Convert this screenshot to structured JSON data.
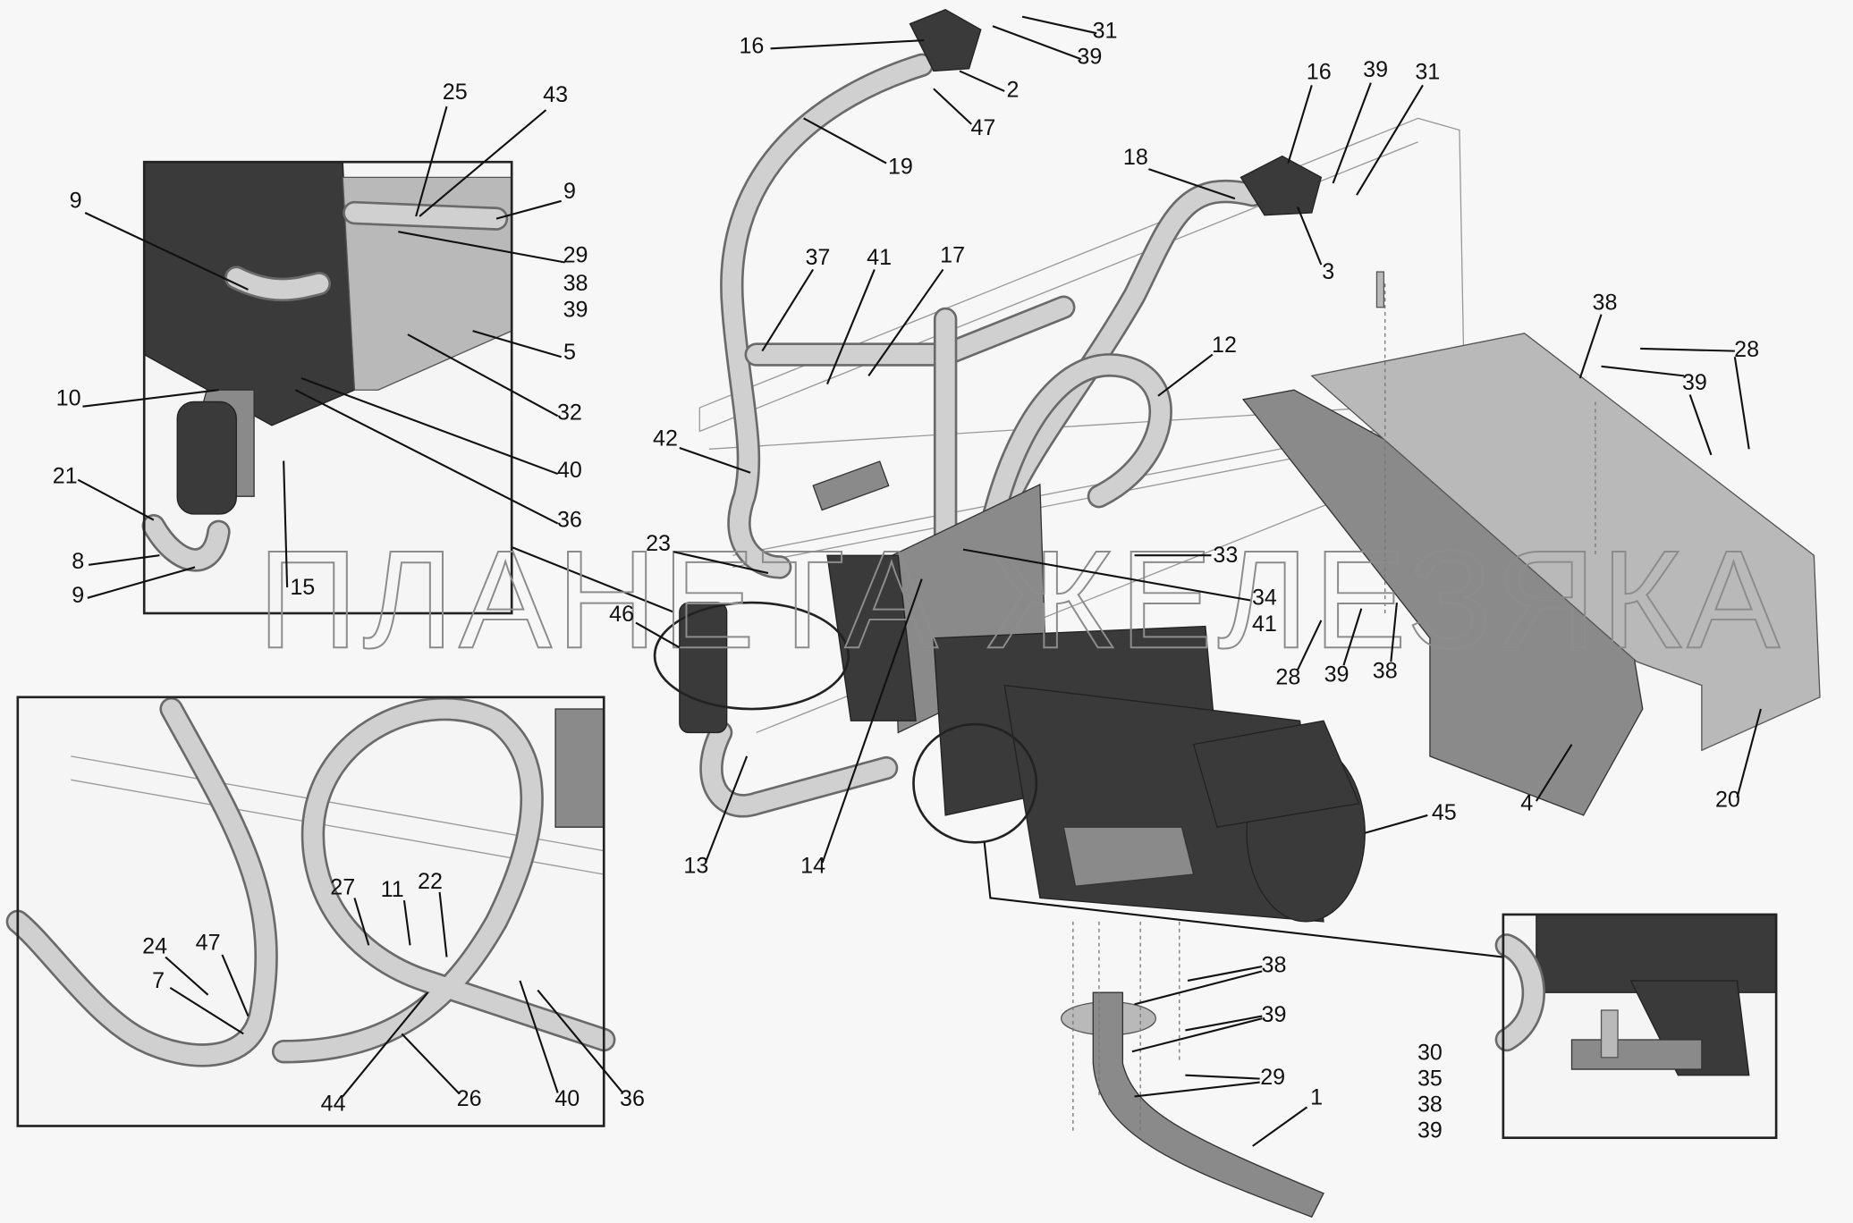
{
  "watermark": "ПЛАНЕТА ЖЕЛЕЗЯКА",
  "callouts": {
    "inset_top_left": [
      "25",
      "43",
      "9",
      "29",
      "38",
      "39",
      "9",
      "5",
      "32",
      "40",
      "36",
      "10",
      "21",
      "8",
      "9",
      "15"
    ],
    "main": [
      "16",
      "2",
      "31",
      "39",
      "47",
      "19",
      "16",
      "39",
      "31",
      "18",
      "3",
      "37",
      "41",
      "17",
      "12",
      "42",
      "23",
      "33",
      "34",
      "41",
      "46",
      "13",
      "14",
      "45",
      "4",
      "20",
      "38",
      "28",
      "39",
      "28",
      "39",
      "38",
      "38",
      "39",
      "29",
      "1"
    ],
    "inset_bottom_right": [
      "30",
      "35",
      "38",
      "39"
    ],
    "inset_bottom_left": [
      "27",
      "11",
      "22",
      "24",
      "47",
      "7",
      "44",
      "26",
      "40",
      "36"
    ]
  }
}
